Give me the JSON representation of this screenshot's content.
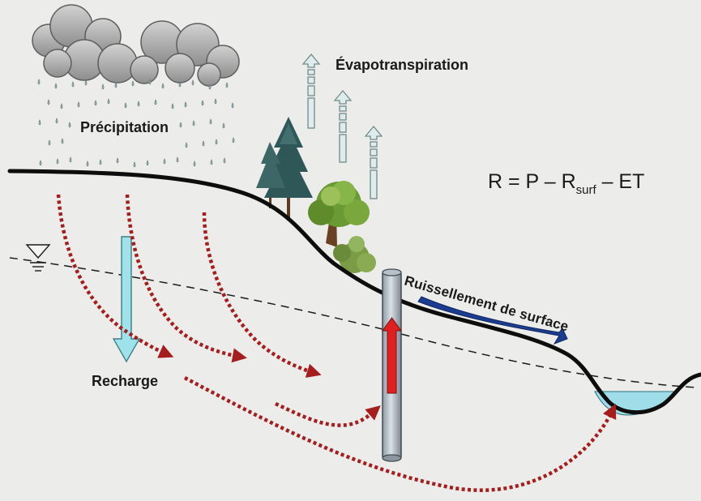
{
  "labels": {
    "precipitation": "Précipitation",
    "evapotranspiration": "Évapotranspiration",
    "recharge": "Recharge",
    "runoff": "Ruissellement de surface"
  },
  "equation": {
    "main": "R = P – R",
    "subscript": "surf",
    "tail": " – ET"
  },
  "icons": {
    "water_table": "water-table-icon",
    "cloud": "cloud-icon",
    "well": "well-icon"
  },
  "colors": {
    "background": "#ececea",
    "ground_line": "#111111",
    "flow_arrows": "#a51d1d",
    "recharge_arrow": "#9fe3ea",
    "water_body": "#9fdde8",
    "runoff_arrow": "#1c3d8f",
    "well_pump_arrow": "#e02020"
  }
}
